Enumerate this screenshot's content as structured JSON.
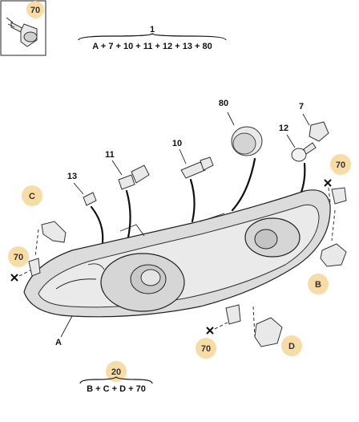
{
  "callouts": {
    "screw_badge": "70",
    "group1_number": "1",
    "group1_formula": "A + 7 + 10 + 11 + 12 + 13 + 80",
    "part_80": "80",
    "part_7": "7",
    "part_12": "12",
    "part_11": "11",
    "part_10": "10",
    "part_13": "13",
    "badge_c": "C",
    "badge_70_right": "70",
    "badge_70_left": "70",
    "badge_b": "B",
    "label_a": "A",
    "badge_70_bottom": "70",
    "badge_d": "D",
    "group20_badge": "20",
    "group20_formula": "B + C + D + 70"
  },
  "colors": {
    "badge_fill": "#f7dca6",
    "line": "#111111",
    "part_fill": "#e6e6e6"
  }
}
